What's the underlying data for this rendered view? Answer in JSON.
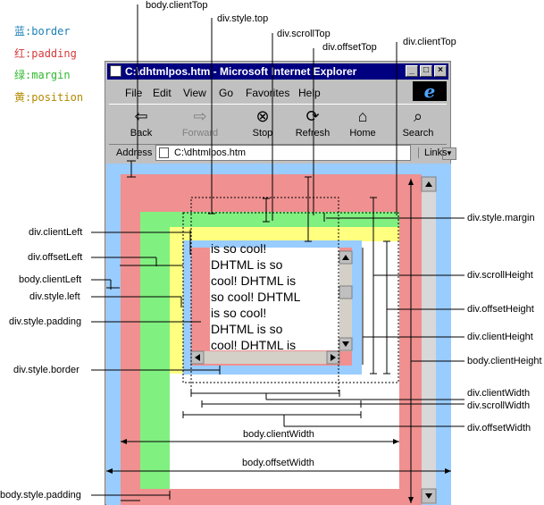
{
  "legend": [
    {
      "key": "蓝",
      "value": "border",
      "color": "#1a7fb5"
    },
    {
      "key": "红",
      "value": "padding",
      "color": "#d43a3a"
    },
    {
      "key": "绿",
      "value": "margin",
      "color": "#2eb82e"
    },
    {
      "key": "黄",
      "value": "position",
      "color": "#b38a00"
    }
  ],
  "browser": {
    "title": "C:\\dhtmlpos.htm - Microsoft Internet Explorer",
    "menu": [
      "File",
      "Edit",
      "View",
      "Go",
      "Favorites",
      "Help"
    ],
    "toolbar": [
      "Back",
      "Forward",
      "Stop",
      "Refresh",
      "Home",
      "Search"
    ],
    "address_label": "Address",
    "address_value": "C:\\dhtmlpos.htm",
    "links_label": "Links",
    "win_buttons": [
      "_",
      "□",
      "×"
    ]
  },
  "div_text": "is so cool! DHTML is so cool! DHTML is so cool! DHTML is so cool! DHTML is so cool! DHTML is",
  "div_lines": [
    "is so cool!",
    "DHTML is so",
    "cool! DHTML is",
    "so cool! DHTML",
    "is so cool!",
    "DHTML is so",
    "cool! DHTML is"
  ],
  "labels": {
    "body_clientTop": "body.clientTop",
    "div_style_top": "div.style.top",
    "div_scrollTop": "div.scrollTop",
    "div_offsetTop": "div.offsetTop",
    "div_clientTop": "div.clientTop",
    "div_style_margin": "div.style.margin",
    "div_clientLeft": "div.clientLeft",
    "div_offsetLeft": "div.offsetLeft",
    "body_clientLeft": "body.clientLeft",
    "div_style_left": "div.style.left",
    "div_style_padding": "div.style.padding",
    "div_style_border": "div.style.border",
    "div_scrollHeight": "div.scrollHeight",
    "div_offsetHeight": "div.offsetHeight",
    "div_clientHeight": "div.clientHeight",
    "body_clientHeight": "body.clientHeight",
    "div_clientWidth": "div.clientWidth",
    "div_scrollWidth": "div.scrollWidth",
    "div_offsetWidth": "div.offsetWidth",
    "body_clientWidth": "body.clientWidth",
    "body_offsetWidth": "body.offsetWidth",
    "body_style_padding": "body.style.padding"
  },
  "colors": {
    "blue": "#99ccff",
    "red": "#f09090",
    "green": "#80f080",
    "yellow": "#ffff80",
    "title_bar": "#000080"
  }
}
